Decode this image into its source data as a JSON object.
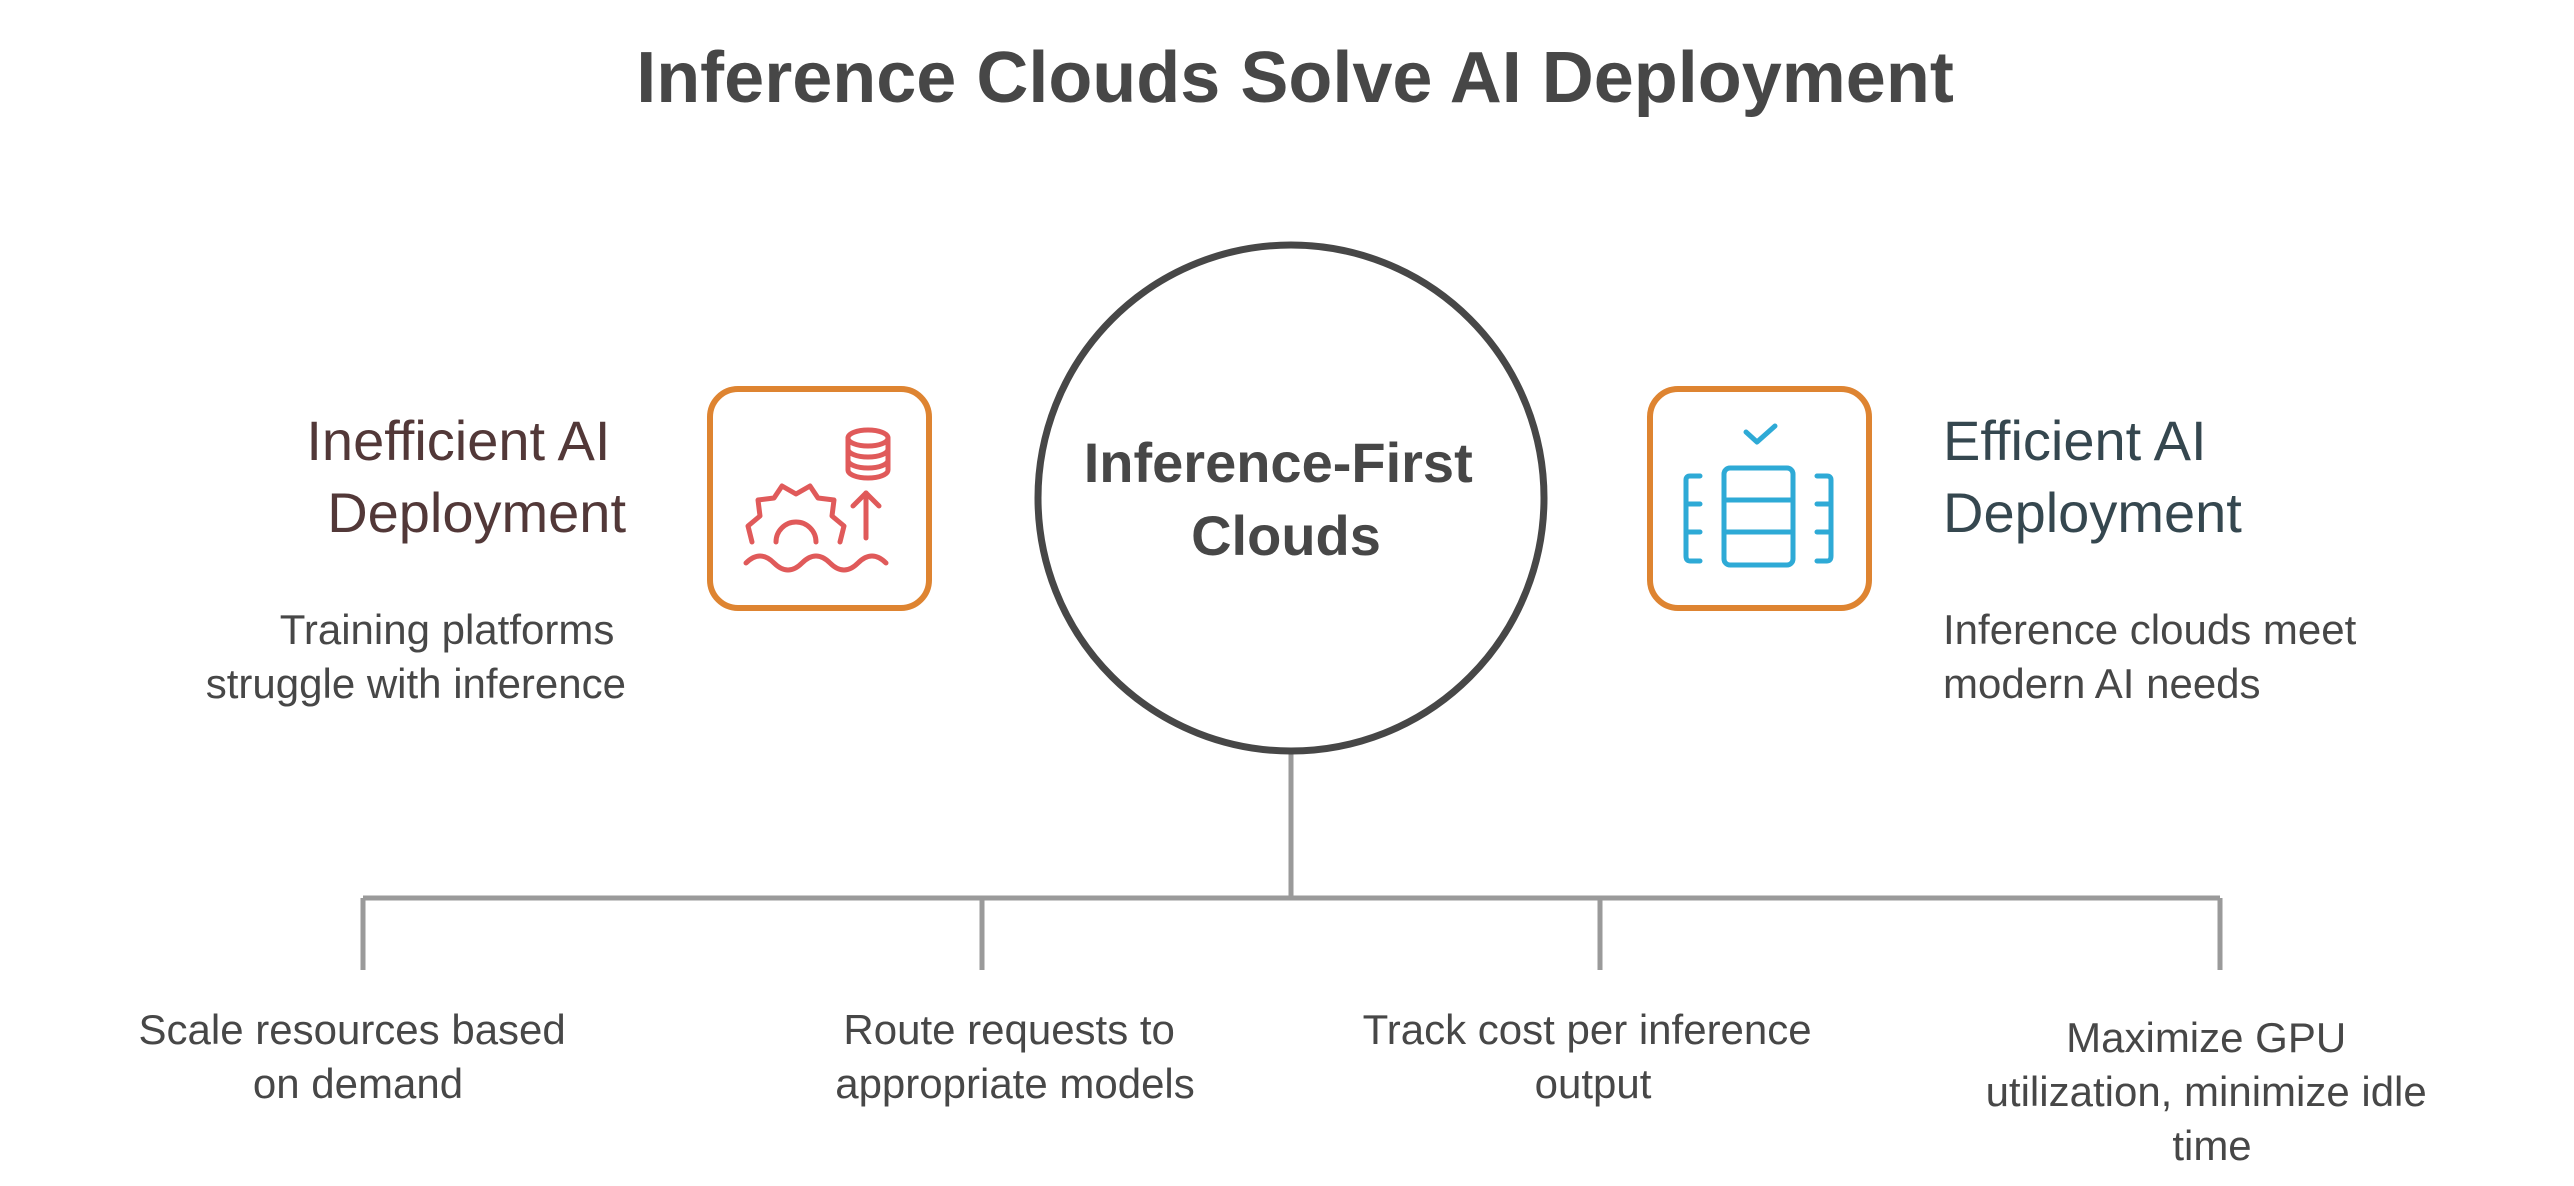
{
  "title": "Inference Clouds Solve AI Deployment",
  "center": {
    "lines": [
      "Inference-First",
      "Clouds"
    ]
  },
  "left": {
    "heading_lines": [
      "Inefficient AI",
      "Deployment"
    ],
    "desc_lines": [
      "Training platforms",
      "struggle with inference"
    ],
    "icon": "gear-database-arrow-icon"
  },
  "right": {
    "heading_lines": [
      "Efficient AI",
      "Deployment"
    ],
    "desc_lines": [
      "Inference clouds meet",
      "modern AI needs"
    ],
    "icon": "server-stack-check-icon"
  },
  "branches": [
    {
      "lines": [
        "Scale resources based",
        "on demand"
      ]
    },
    {
      "lines": [
        "Route requests to",
        "appropriate models"
      ]
    },
    {
      "lines": [
        "Track cost per inference",
        "output"
      ]
    },
    {
      "lines": [
        "Maximize GPU",
        "utilization, minimize idle",
        "time"
      ]
    }
  ],
  "colors": {
    "text": "#474747",
    "left_heading": "#523838",
    "right_heading": "#35474f",
    "connector": "#9a9a9a",
    "circle_stroke": "#474747",
    "box_stroke": "#de8431",
    "left_icon": "#e05a5a",
    "right_icon": "#2eaad6"
  }
}
